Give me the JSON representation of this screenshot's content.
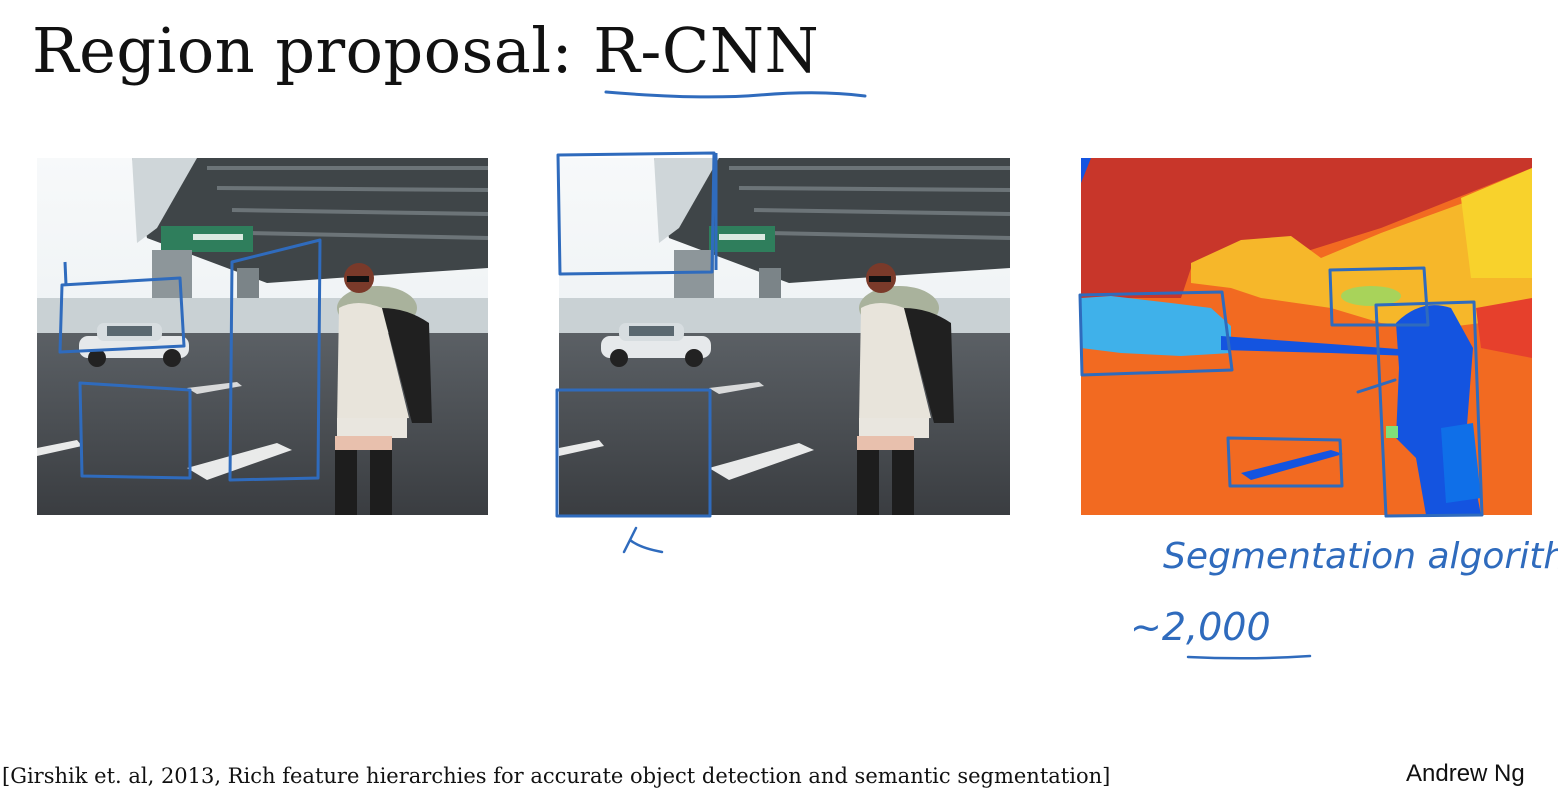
{
  "slide": {
    "title_prefix": "Region proposal: ",
    "title_emphasis": "R-CNN",
    "citation": "[Girshik et. al, 2013, Rich feature hierarchies for accurate object detection and semantic segmentation]",
    "author": "Andrew Ng"
  },
  "annotations": {
    "segmentation_note": "Segmentation algorithm",
    "count_note": "~2,000"
  },
  "images": {
    "left": "street-photo-with-proposals",
    "middle": "street-photo-with-two-boxes",
    "right": "segmentation-map"
  },
  "colors": {
    "ink": "#2f6bbd",
    "seg_red": "#c8362a",
    "seg_orange": "#f26a21",
    "seg_yellow": "#f6b72a",
    "seg_blue": "#1454e0",
    "seg_cyan": "#3fb1ea"
  }
}
